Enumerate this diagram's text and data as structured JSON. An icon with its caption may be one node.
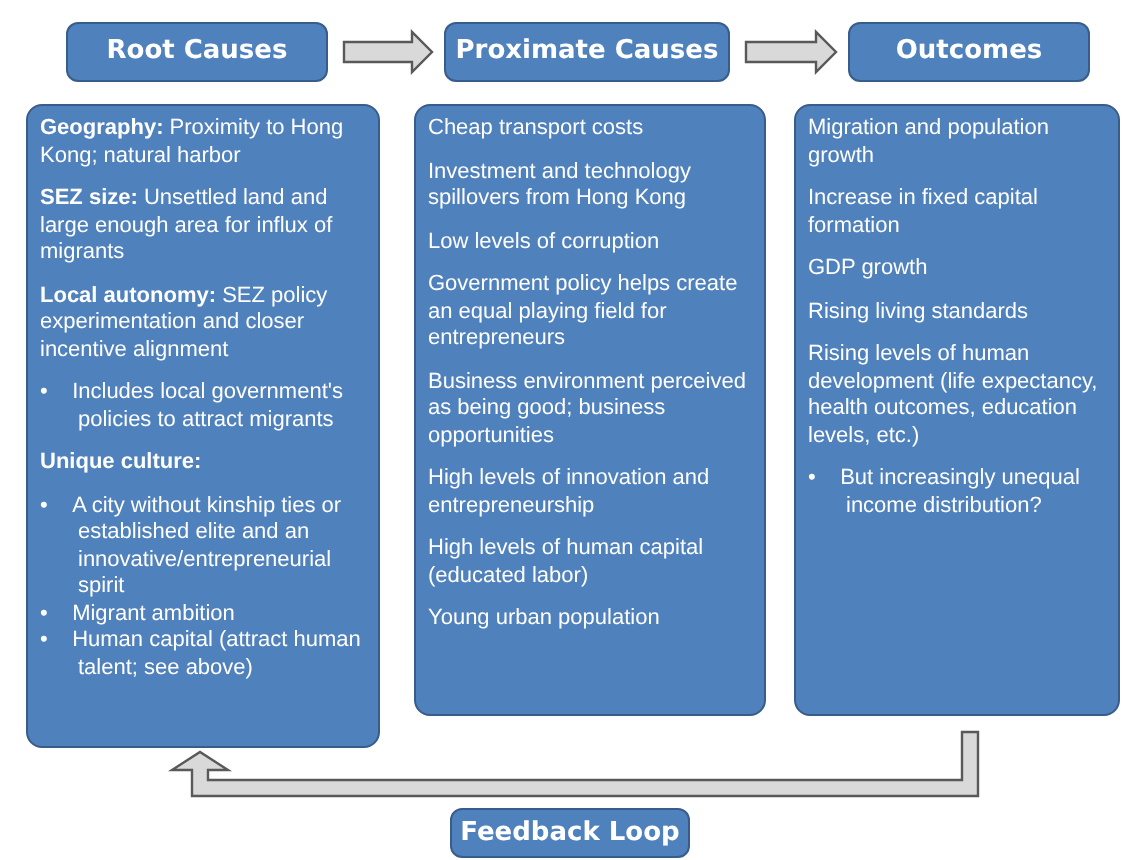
{
  "diagram": {
    "nodes": [
      {
        "text": [
          "Root Causes"
        ]
      },
      {
        "text": [
          "Proximate Causes"
        ]
      },
      {
        "text": [
          "Outcomes"
        ]
      },
      {
        "text": [
          "**Geography:** Proximity to Hong Kong; natural harbor",
          "**SEZ size:** Unsettled land and large enough area for influx of migrants",
          "**Local autonomy:** SEZ policy experimentation and closer incentive alignment",
          "• Includes local government's policies to attract migrants",
          "**Unique culture:**",
          "• A city without kinship ties or established elite and an innovative/entrepreneurial spirit",
          "• Migrant ambition",
          "• Human capital (attract human talent; see above)"
        ]
      },
      {
        "text": [
          "Cheap transport costs",
          "Investment and technology spillovers from Hong Kong",
          "Low levels of corruption",
          "Government policy helps create an equal playing field for entrepreneurs",
          "Business environment perceived as being good; business opportunities",
          "High levels of innovation and entrepreneurship",
          "High levels of human capital (educated labor)",
          "Young urban population"
        ]
      },
      {
        "text": [
          "Migration and population growth",
          "Increase in fixed capital formation",
          "GDP growth",
          "Rising living standards",
          "Rising levels of human development (life expectancy, health outcomes, education levels, etc.)",
          "• But increasingly unequal income distribution?"
        ]
      },
      {
        "text": [
          "Feedback Loop"
        ]
      }
    ],
    "edges": [
      {
        "from": 0,
        "to": 1,
        "arrow": "to"
      },
      {
        "from": 1,
        "to": 2,
        "arrow": "to"
      },
      {
        "from": 5,
        "to": 3,
        "arrow": "to"
      }
    ]
  }
}
